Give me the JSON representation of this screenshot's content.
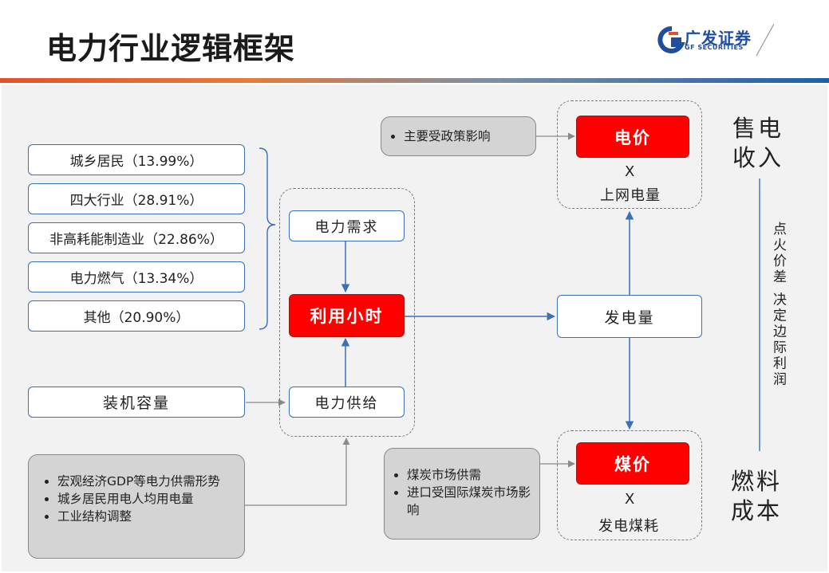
{
  "page": {
    "title": "电力行业逻辑框架"
  },
  "logo": {
    "cn": "广发证券",
    "en": "GF SECURITIES"
  },
  "demand_segments": [
    "城乡居民（13.99%）",
    "四大行业（28.91%）",
    "非高耗能制造业（22.86%）",
    "电力燃气（13.34%）",
    "其他（20.90%）"
  ],
  "capacity_label": "装机容量",
  "macro_notes": [
    "宏观经济GDP等电力供需形势",
    "城乡居民用电人均用电量",
    "工业结构调整"
  ],
  "core": {
    "demand": "电力需求",
    "utilization": "利用小时",
    "supply": "电力供给"
  },
  "policy_note": "主要受政策影响",
  "price": {
    "label": "电价",
    "x": "X",
    "sub": "上网电量"
  },
  "generation": "发电量",
  "coal_notes": [
    "煤炭市场供需",
    "进口受国际煤炭市场影响"
  ],
  "coal": {
    "label": "煤价",
    "x": "X",
    "sub": "发电煤耗"
  },
  "right": {
    "revenue_line1": "售电",
    "revenue_line2": "收入",
    "spread": "点火价差 决定边际利润",
    "cost_line1": "燃料",
    "cost_line2": "成本"
  },
  "colors": {
    "accent_red": "#ff0000",
    "border_blue": "#3b6fb6",
    "brand_blue": "#1f4e9c"
  }
}
